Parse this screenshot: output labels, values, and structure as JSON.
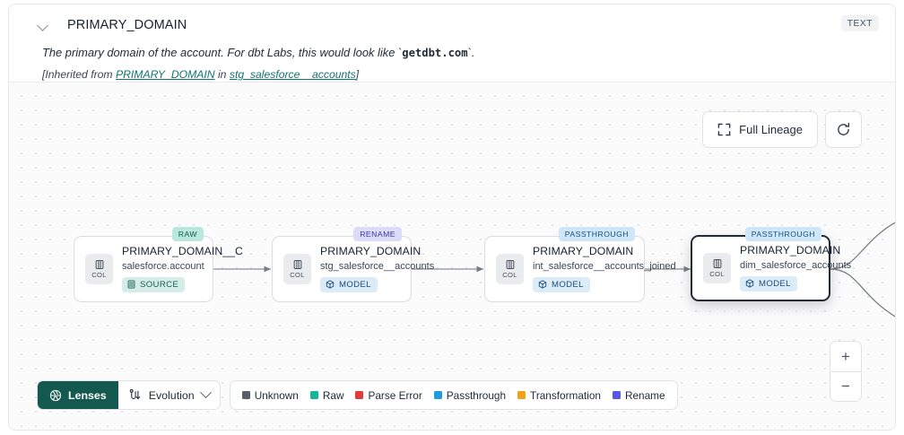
{
  "header": {
    "chevron_icon": "chevron-down-icon",
    "column_title": "PRIMARY_DOMAIN",
    "type_badge": "TEXT",
    "description_prefix": "The primary domain of the account. For dbt Labs, this would look like `",
    "description_code": "getdbt.com",
    "description_suffix": "`.",
    "inherited_prefix": "[Inherited from ",
    "inherited_link_1": "PRIMARY_DOMAIN",
    "inherited_mid": " in ",
    "inherited_link_2": "stg_salesforce__accounts",
    "inherited_suffix": "]"
  },
  "canvas": {
    "full_lineage_label": "Full Lineage",
    "full_lineage_icon": "expand-icon",
    "refresh_icon": "refresh-icon",
    "zoom_in_label": "+",
    "zoom_out_label": "−"
  },
  "nodes": [
    {
      "id": "node-raw",
      "lens": "RAW",
      "lens_class": "raw",
      "icon_label": "COL",
      "name": "PRIMARY_DOMAIN__C",
      "subtitle": "salesforce.account",
      "type": "SOURCE",
      "type_class": "source",
      "type_icon": "database-icon",
      "selected": false
    },
    {
      "id": "node-rename",
      "lens": "RENAME",
      "lens_class": "rename",
      "icon_label": "COL",
      "name": "PRIMARY_DOMAIN",
      "subtitle": "stg_salesforce__accounts",
      "type": "MODEL",
      "type_class": "model",
      "type_icon": "cube-icon",
      "selected": false
    },
    {
      "id": "node-passthrough-1",
      "lens": "PASSTHROUGH",
      "lens_class": "passthrough",
      "icon_label": "COL",
      "name": "PRIMARY_DOMAIN",
      "subtitle": "int_salesforce__accounts_joined",
      "type": "MODEL",
      "type_class": "model",
      "type_icon": "cube-icon",
      "selected": false
    },
    {
      "id": "node-passthrough-2",
      "lens": "PASSTHROUGH",
      "lens_class": "passthrough",
      "icon_label": "COL",
      "name": "PRIMARY_DOMAIN",
      "subtitle": "dim_salesforce_accounts",
      "type": "MODEL",
      "type_class": "model",
      "type_icon": "cube-icon",
      "selected": true
    }
  ],
  "toolbar": {
    "lenses_label": "Lenses",
    "lenses_icon": "aperture-icon",
    "evolution_label": "Evolution",
    "evolution_icon": "evolution-icon",
    "evolution_chevron": "chevron-down-icon"
  },
  "legend": [
    {
      "label": "Unknown",
      "color": "#595f68"
    },
    {
      "label": "Raw",
      "color": "#17b497"
    },
    {
      "label": "Parse Error",
      "color": "#e23b3b"
    },
    {
      "label": "Passthrough",
      "color": "#1e9be0"
    },
    {
      "label": "Transformation",
      "color": "#f2a219"
    },
    {
      "label": "Rename",
      "color": "#5a56e8"
    }
  ]
}
